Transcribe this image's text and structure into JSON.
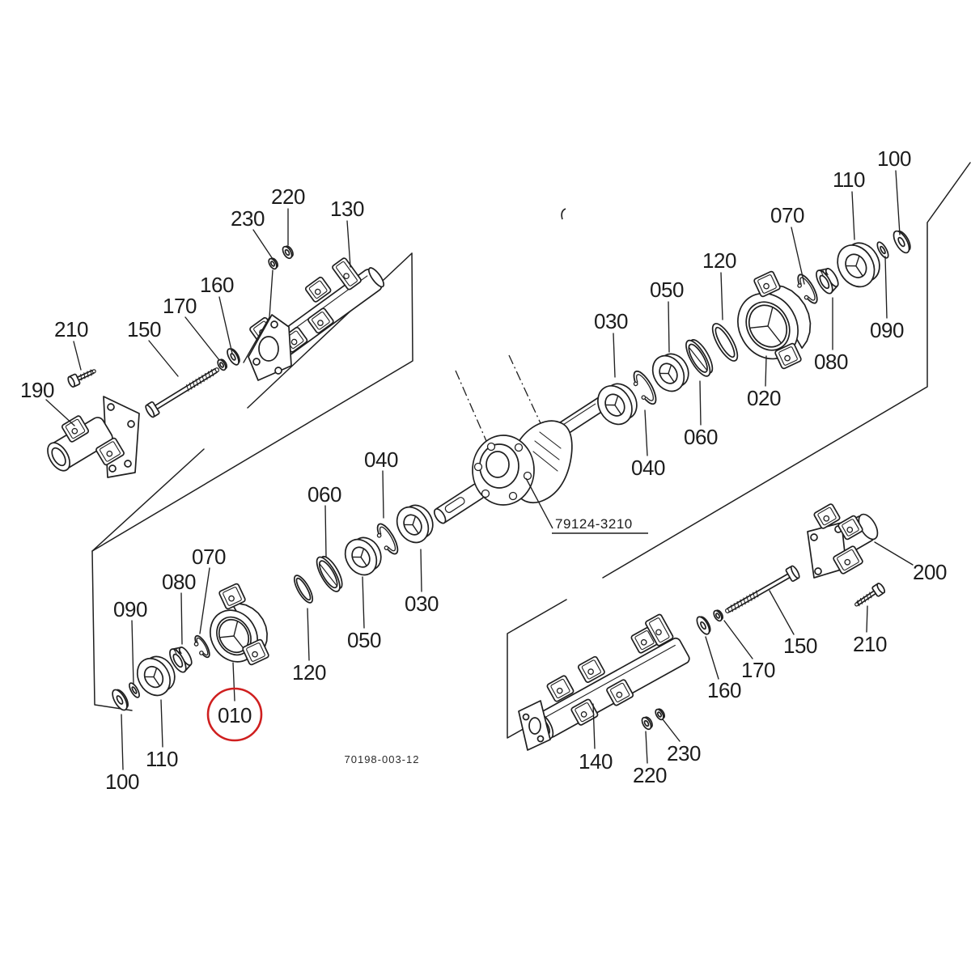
{
  "figure": {
    "type": "exploded-parts-diagram",
    "part_reference": "79124-3210",
    "drawing_number": "70198-003-12",
    "highlighted_ref": "010",
    "highlight_color": "#cf1f1f",
    "ink_color": "#1f1f1f",
    "background_color": "#ffffff"
  },
  "callouts": [
    {
      "id": "ul_220",
      "ref": "220",
      "area": "upper-left-axle-support",
      "highlighted": false
    },
    {
      "id": "ul_230",
      "ref": "230",
      "area": "upper-left-axle-support",
      "highlighted": false
    },
    {
      "id": "ul_130",
      "ref": "130",
      "area": "upper-left-axle-support",
      "highlighted": false
    },
    {
      "id": "ul_160",
      "ref": "160",
      "area": "upper-left-axle-support",
      "highlighted": false
    },
    {
      "id": "ul_170",
      "ref": "170",
      "area": "upper-left-axle-support",
      "highlighted": false
    },
    {
      "id": "ul_150",
      "ref": "150",
      "area": "upper-left-axle-support",
      "highlighted": false
    },
    {
      "id": "ul_210",
      "ref": "210",
      "area": "upper-left-axle-support",
      "highlighted": false
    },
    {
      "id": "ul_190",
      "ref": "190",
      "area": "upper-left-axle-support",
      "highlighted": false
    },
    {
      "id": "tr_100",
      "ref": "100",
      "area": "right-bearing-stack",
      "highlighted": false
    },
    {
      "id": "tr_110",
      "ref": "110",
      "area": "right-bearing-stack",
      "highlighted": false
    },
    {
      "id": "tr_070",
      "ref": "070",
      "area": "right-bearing-stack",
      "highlighted": false
    },
    {
      "id": "tr_120",
      "ref": "120",
      "area": "right-bearing-stack",
      "highlighted": false
    },
    {
      "id": "tr_050",
      "ref": "050",
      "area": "right-bearing-stack",
      "highlighted": false
    },
    {
      "id": "tr_030",
      "ref": "030",
      "area": "right-bearing-stack",
      "highlighted": false
    },
    {
      "id": "tr_090",
      "ref": "090",
      "area": "right-bearing-stack",
      "highlighted": false
    },
    {
      "id": "tr_080",
      "ref": "080",
      "area": "right-bearing-stack",
      "highlighted": false
    },
    {
      "id": "tr_020",
      "ref": "020",
      "area": "right-bearing-stack",
      "highlighted": false
    },
    {
      "id": "tr_060",
      "ref": "060",
      "area": "right-bearing-stack",
      "highlighted": false
    },
    {
      "id": "tr_040",
      "ref": "040",
      "area": "right-bearing-stack",
      "highlighted": false
    },
    {
      "id": "bl_070",
      "ref": "070",
      "area": "left-bearing-stack",
      "highlighted": false
    },
    {
      "id": "bl_080",
      "ref": "080",
      "area": "left-bearing-stack",
      "highlighted": false
    },
    {
      "id": "bl_090",
      "ref": "090",
      "area": "left-bearing-stack",
      "highlighted": false
    },
    {
      "id": "bl_060",
      "ref": "060",
      "area": "left-bearing-stack",
      "highlighted": false
    },
    {
      "id": "bl_040",
      "ref": "040",
      "area": "left-bearing-stack",
      "highlighted": false
    },
    {
      "id": "bl_120",
      "ref": "120",
      "area": "left-bearing-stack",
      "highlighted": false
    },
    {
      "id": "bl_050",
      "ref": "050",
      "area": "left-bearing-stack",
      "highlighted": false
    },
    {
      "id": "bl_030",
      "ref": "030",
      "area": "left-bearing-stack",
      "highlighted": false
    },
    {
      "id": "bl_110",
      "ref": "110",
      "area": "left-bearing-stack",
      "highlighted": false
    },
    {
      "id": "bl_100",
      "ref": "100",
      "area": "left-bearing-stack",
      "highlighted": false
    },
    {
      "id": "bl_010",
      "ref": "010",
      "area": "left-bearing-stack",
      "highlighted": true
    },
    {
      "id": "br_140",
      "ref": "140",
      "area": "lower-right-axle-support",
      "highlighted": false
    },
    {
      "id": "br_220",
      "ref": "220",
      "area": "lower-right-axle-support",
      "highlighted": false
    },
    {
      "id": "br_230",
      "ref": "230",
      "area": "lower-right-axle-support",
      "highlighted": false
    },
    {
      "id": "br_160",
      "ref": "160",
      "area": "lower-right-axle-support",
      "highlighted": false
    },
    {
      "id": "br_170",
      "ref": "170",
      "area": "lower-right-axle-support",
      "highlighted": false
    },
    {
      "id": "br_150",
      "ref": "150",
      "area": "lower-right-axle-support",
      "highlighted": false
    },
    {
      "id": "br_210",
      "ref": "210",
      "area": "lower-right-axle-support",
      "highlighted": false
    },
    {
      "id": "br_200",
      "ref": "200",
      "area": "lower-right-axle-support",
      "highlighted": false
    }
  ]
}
